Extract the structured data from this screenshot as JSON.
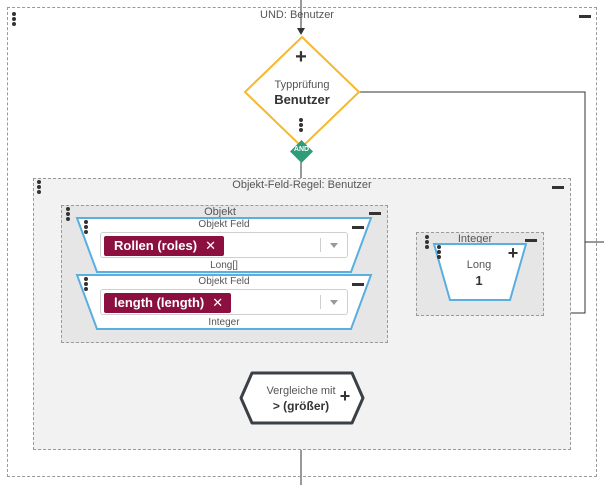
{
  "outer_group": {
    "title": "UND: Benutzer"
  },
  "type_check": {
    "label": "Typprüfung",
    "value": "Benutzer",
    "badge": "AND"
  },
  "rule_group": {
    "title": "Objekt-Feld-Regel: Benutzer"
  },
  "object_group": {
    "title": "Objekt"
  },
  "field1": {
    "label": "Objekt Feld",
    "chip": "Rollen (roles)",
    "type": "Long[]"
  },
  "field2": {
    "label": "Objekt Feld",
    "chip": "length (length)",
    "type": "Integer"
  },
  "integer_group": {
    "title": "Integer",
    "type": "Long",
    "value": "1"
  },
  "compare": {
    "label": "Vergleiche mit",
    "value": "> (größer)"
  },
  "icons": {
    "plus": "plus-icon",
    "remove": "close-icon",
    "menu": "vertical-dots-icon",
    "collapse": "minus-icon",
    "dropdown": "chevron-down-icon"
  },
  "colors": {
    "diamond": "#f5b82e",
    "field_border": "#5aaee0",
    "chip": "#8b1040",
    "and_badge": "#2e9c78",
    "node_border": "#3a4045"
  }
}
